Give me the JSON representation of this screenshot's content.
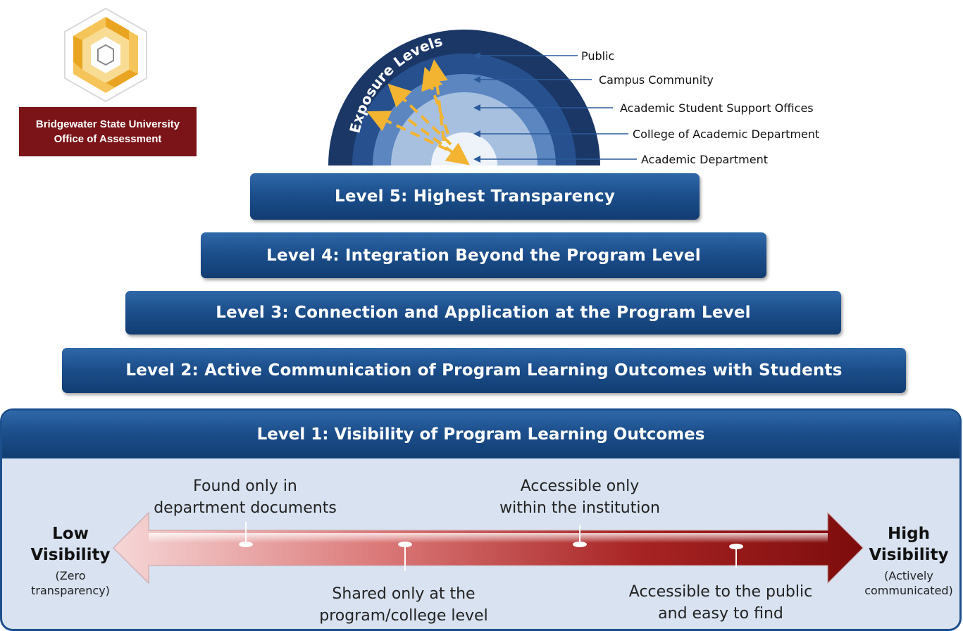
{
  "logo": {
    "line1": "Bridgewater State University",
    "line2": "Office of Assessment",
    "color": "#7a1418",
    "emblem_color": "#f2b431"
  },
  "exposure": {
    "title": "Exposure Levels",
    "levels": [
      {
        "label": "Public",
        "color": "#1b3766"
      },
      {
        "label": "Campus Community",
        "color": "#26508e"
      },
      {
        "label": "Academic Student Support Offices",
        "color": "#5b86c0"
      },
      {
        "label": "College of Academic Department",
        "color": "#a8c0e0"
      },
      {
        "label": "Academic Department",
        "color": "#eef3fa"
      }
    ]
  },
  "levels": [
    {
      "label": "Level 5: Highest Transparency"
    },
    {
      "label": "Level 4: Integration Beyond the Program Level"
    },
    {
      "label": "Level 3: Connection and Application at the Program Level"
    },
    {
      "label": "Level 2: Active Communication of Program Learning Outcomes with Students"
    },
    {
      "label": "Level 1: Visibility of Program Learning Outcomes"
    }
  ],
  "visibility": {
    "low": {
      "title_line1": "Low",
      "title_line2": "Visibility",
      "sub_line1": "(Zero",
      "sub_line2": "transparency)"
    },
    "high": {
      "title_line1": "High",
      "title_line2": "Visibility",
      "sub_line1": "(Actively",
      "sub_line2": "communicated)"
    },
    "markers": [
      {
        "line1": "Found only in",
        "line2": "department documents"
      },
      {
        "line1": "Shared only at the",
        "line2": "program/college level"
      },
      {
        "line1": "Accessible only",
        "line2": "within the institution"
      },
      {
        "line1": "Accessible to the public",
        "line2": "and easy to find"
      }
    ]
  }
}
